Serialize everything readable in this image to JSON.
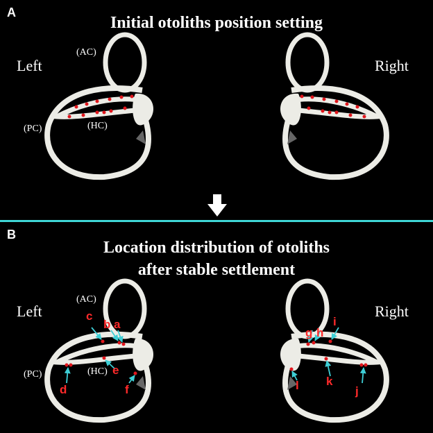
{
  "panel_a": {
    "letter": "A",
    "title": "Initial otoliths position setting",
    "left_label": "Left",
    "right_label": "Right",
    "ac_label": "(AC)",
    "pc_label": "(PC)",
    "hc_label": "(HC)"
  },
  "panel_b": {
    "letter": "B",
    "title_line1": "Location distribution of otoliths",
    "title_line2": "after stable settlement",
    "left_label": "Left",
    "right_label": "Right",
    "ac_label": "(AC)",
    "pc_label": "(PC)",
    "hc_label": "(HC)",
    "markers": [
      "a",
      "b",
      "c",
      "d",
      "e",
      "f",
      "g",
      "h",
      "i",
      "j",
      "k",
      "l"
    ]
  },
  "colors": {
    "background": "#000000",
    "canal": "#ecece6",
    "otolith": "#e0161c",
    "marker_text": "#ff2a2a",
    "pointer": "#3ecfd6",
    "divider": "#3fd6d6"
  }
}
